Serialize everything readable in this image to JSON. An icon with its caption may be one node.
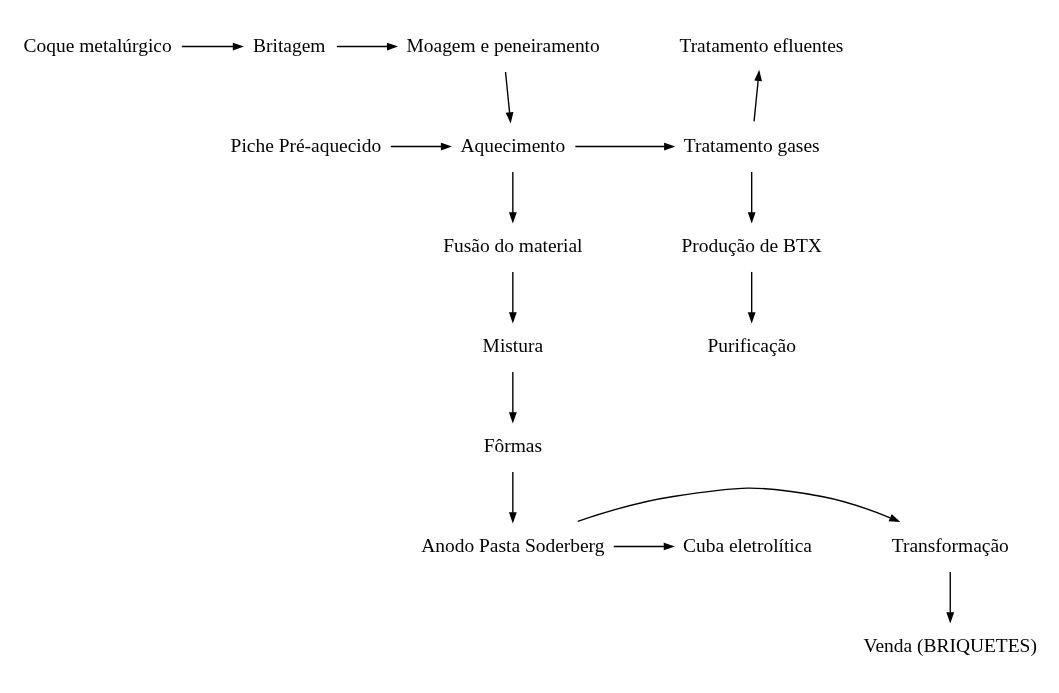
{
  "diagram": {
    "nodes": [
      {
        "text": [
          "Coque metalúrgico"
        ]
      },
      {
        "text": [
          "Britagem"
        ]
      },
      {
        "text": [
          "Moagem e peneiramento"
        ]
      },
      {
        "text": [
          "Tratamento efluentes"
        ]
      },
      {
        "text": [
          "Piche Pré-aquecido"
        ]
      },
      {
        "text": [
          "Aquecimento"
        ]
      },
      {
        "text": [
          "Tratamento gases"
        ]
      },
      {
        "text": [
          "Fusão do material"
        ]
      },
      {
        "text": [
          "Produção de BTX"
        ]
      },
      {
        "text": [
          "Purificação"
        ]
      },
      {
        "text": [
          "Mistura"
        ]
      },
      {
        "text": [
          "Fôrmas"
        ]
      },
      {
        "text": [
          "Transformação"
        ]
      },
      {
        "text": [
          "Cuba eletrolítica"
        ]
      },
      {
        "text": [
          "Anodo Pasta Soderberg"
        ]
      },
      {
        "text": [
          "Venda (BRIQUETES)"
        ]
      }
    ],
    "edges": [
      {
        "from": 0,
        "to": 1,
        "arrow": "to"
      },
      {
        "from": 1,
        "to": 2,
        "arrow": "to"
      },
      {
        "from": 2,
        "to": 5,
        "arrow": "to"
      },
      {
        "from": 4,
        "to": 5,
        "arrow": "to"
      },
      {
        "from": 5,
        "to": 6,
        "arrow": "to"
      },
      {
        "from": 6,
        "to": 3,
        "arrow": "to"
      },
      {
        "from": 6,
        "to": 8,
        "arrow": "to"
      },
      {
        "from": 8,
        "to": 9,
        "arrow": "to"
      },
      {
        "from": 5,
        "to": 7,
        "arrow": "to"
      },
      {
        "from": 7,
        "to": 10,
        "arrow": "to"
      },
      {
        "from": 10,
        "to": 11,
        "arrow": "to"
      },
      {
        "from": 11,
        "to": 14,
        "arrow": "to"
      },
      {
        "from": 14,
        "to": 13,
        "arrow": "to"
      },
      {
        "from": 14,
        "to": 12,
        "arrow": "to"
      },
      {
        "from": 12,
        "to": 15,
        "arrow": "to"
      }
    ]
  }
}
